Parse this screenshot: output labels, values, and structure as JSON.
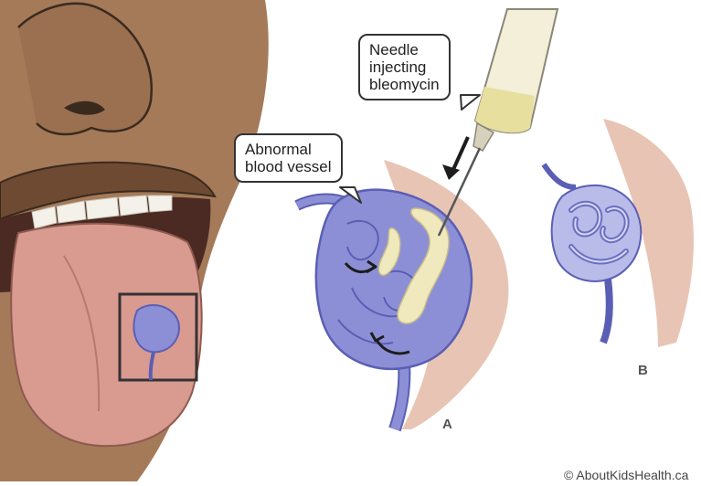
{
  "labels": {
    "needle": [
      "Needle",
      "injecting",
      "bleomycin"
    ],
    "vessel": [
      "Abnormal",
      "blood vessel"
    ],
    "panel_a": "A",
    "panel_b": "B",
    "credit": "© AboutKidsHealth.ca"
  },
  "colors": {
    "skin": "#a57a59",
    "skin_shadow": "#8a6246",
    "tongue": "#d99a90",
    "vessel": "#8d8fd6",
    "vessel_outline": "#5a5fb4",
    "medicine": "#f0e9bd",
    "tissue": "#e8c4b4"
  }
}
